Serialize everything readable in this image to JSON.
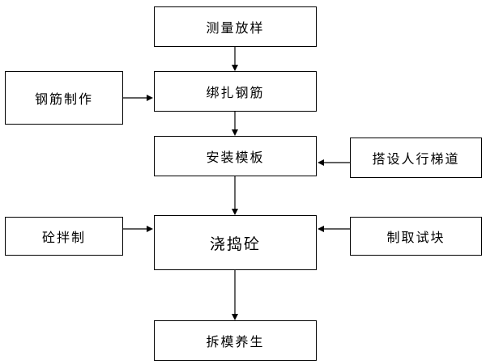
{
  "main_flow": [
    {
      "id": "survey",
      "label": "测量放样"
    },
    {
      "id": "tie_rebar",
      "label": "绑扎钢筋"
    },
    {
      "id": "install_formwork",
      "label": "安装模板"
    },
    {
      "id": "pour_concrete",
      "label": "浇捣砼"
    },
    {
      "id": "remove_cure",
      "label": "拆模养生"
    }
  ],
  "side_inputs": {
    "rebar_fabrication": "钢筋制作",
    "walkway_ladder": "搭设人行梯道",
    "concrete_mixing": "砼拌制",
    "test_samples": "制取试块"
  },
  "connections": [
    {
      "from": "survey",
      "to": "tie_rebar"
    },
    {
      "from": "tie_rebar",
      "to": "install_formwork"
    },
    {
      "from": "install_formwork",
      "to": "pour_concrete"
    },
    {
      "from": "pour_concrete",
      "to": "remove_cure"
    },
    {
      "from": "rebar_fabrication",
      "to": "tie_rebar"
    },
    {
      "from": "walkway_ladder",
      "to": "install_formwork"
    },
    {
      "from": "concrete_mixing",
      "to": "pour_concrete"
    },
    {
      "from": "test_samples",
      "to": "pour_concrete"
    }
  ],
  "colors": {
    "line": "#000000",
    "box_border": "#000000",
    "background": "#ffffff"
  }
}
